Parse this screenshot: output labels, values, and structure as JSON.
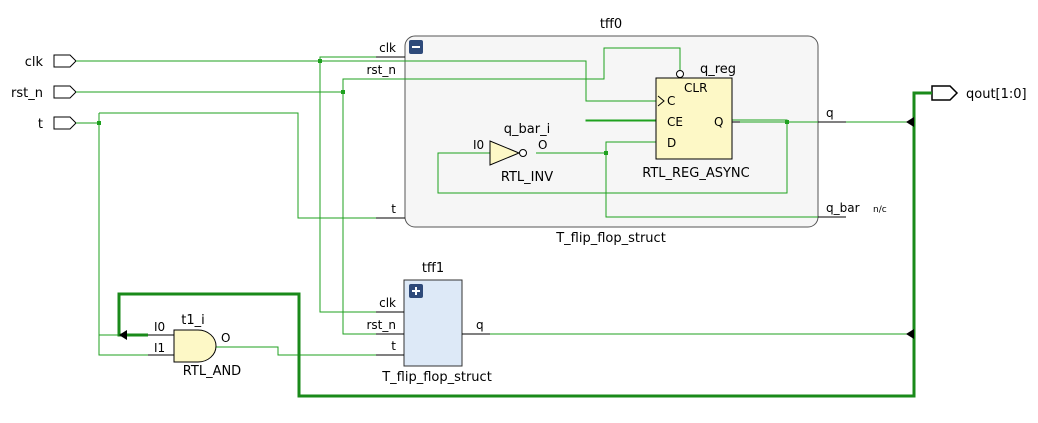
{
  "ports": {
    "clk": "clk",
    "rst_n": "rst_n",
    "t": "t",
    "qout": "qout[1:0]"
  },
  "tff0": {
    "instance": "tff0",
    "module": "T_flip_flop_struct",
    "collapse_symbol": "−",
    "pins": {
      "clk": "clk",
      "rst_n": "rst_n",
      "t": "t",
      "q": "q",
      "q_bar": "q_bar",
      "nc": "n/c"
    }
  },
  "q_bar_i": {
    "instance": "q_bar_i",
    "type": "RTL_INV",
    "in": "I0",
    "out": "O"
  },
  "q_reg": {
    "instance": "q_reg",
    "type": "RTL_REG_ASYNC",
    "pins": {
      "clr": "CLR",
      "c": "C",
      "ce": "CE",
      "d": "D",
      "q": "Q"
    }
  },
  "tff1": {
    "instance": "tff1",
    "module": "T_flip_flop_struct",
    "expand_symbol": "+",
    "pins": {
      "clk": "clk",
      "rst_n": "rst_n",
      "t": "t",
      "q": "q"
    }
  },
  "t1_i": {
    "instance": "t1_i",
    "type": "RTL_AND",
    "in0": "I0",
    "in1": "I1",
    "out": "O"
  },
  "colors": {
    "wire": "#1fa11f",
    "bus": "#1a8a1a",
    "cell_fill": "#fdf8c6",
    "hier_fill": "#dde9f7",
    "group_fill": "#f6f6f6",
    "button": "#2e4a7a"
  }
}
